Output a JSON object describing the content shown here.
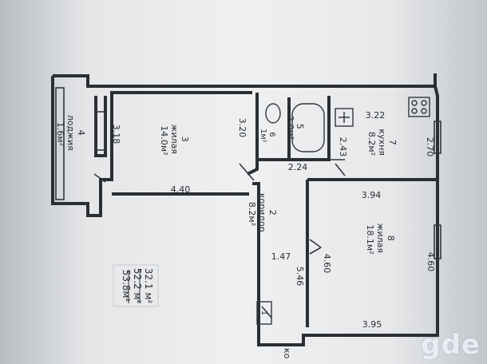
{
  "rooms": [
    {
      "id": "loggia",
      "number": "4",
      "name": "лоджия",
      "area": "1.6м²"
    },
    {
      "id": "living-1",
      "number": "3",
      "name": "жилая",
      "area": "14.0м²"
    },
    {
      "id": "wc",
      "number": "6",
      "name": "",
      "area": "1м²"
    },
    {
      "id": "bath",
      "number": "5",
      "name": "",
      "area": "2.0м²"
    },
    {
      "id": "kitchen",
      "number": "7",
      "name": "кухня",
      "area": "8.2м²"
    },
    {
      "id": "corridor",
      "number": "2",
      "name": "коридор",
      "area": "8.2м²"
    },
    {
      "id": "living-2",
      "number": "8",
      "name": "жилая",
      "area": "18.1м²"
    }
  ],
  "dimensions": {
    "loggia_w": "3.18",
    "room3_w": "3.20",
    "room3_l": "4.40",
    "wc_bath_w": "2.24",
    "bath_side": "2.43",
    "kitchen_l": "3.22",
    "kitchen_w": "2.70",
    "room8_top": "3.94",
    "room8_bottom": "3.95",
    "room8_left": "4.60",
    "room8_right": "4.60",
    "corridor_w": "1.47",
    "corridor_l": "5.46",
    "closet": "1"
  },
  "totals": [
    "32.1 м²",
    "52.2 м²",
    "53.8м²"
  ],
  "fragment": "ко",
  "watermark": "gde"
}
